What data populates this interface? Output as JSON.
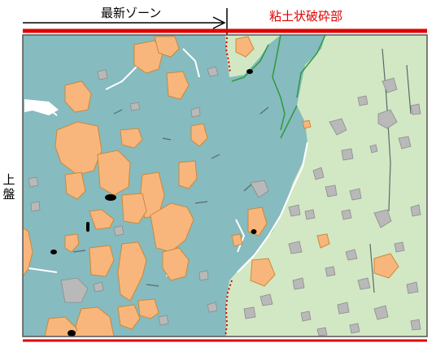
{
  "labels": {
    "newest_zone": "最新ゾーン",
    "clay_gouge_zone": "粘土状破砕部",
    "hanging_wall": "上盤"
  },
  "colors": {
    "left_matrix": "#86bbbf",
    "right_matrix": "#d2e8c4",
    "clast_orange": "#f9b67c",
    "clast_outline": "#c98a3a",
    "clast_gray": "#b9b9b9",
    "clast_black": "#000000",
    "boundary_line": "#2e9a3a",
    "red_marker": "#e00000",
    "frame": "#555555"
  }
}
